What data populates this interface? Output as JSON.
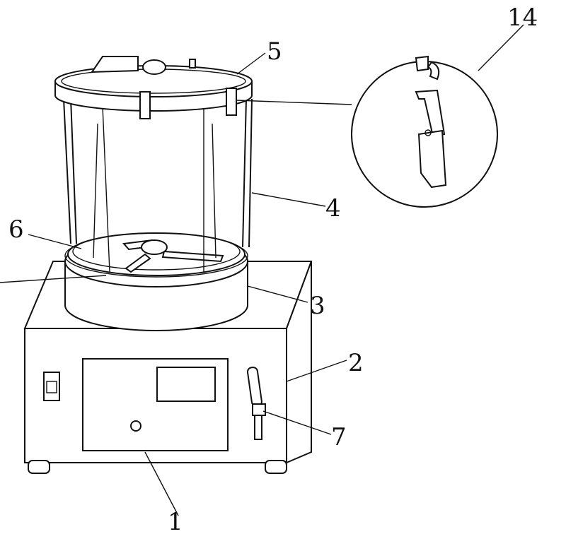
{
  "figure": {
    "labels": [
      {
        "id": "base",
        "text": "1"
      },
      {
        "id": "housing",
        "text": "2"
      },
      {
        "id": "turntable-ring",
        "text": "3"
      },
      {
        "id": "transparent-cover",
        "text": "4"
      },
      {
        "id": "lid",
        "text": "5"
      },
      {
        "id": "tray",
        "text": "6"
      },
      {
        "id": "handle",
        "text": "7"
      },
      {
        "id": "latch-detail",
        "text": "14"
      }
    ]
  }
}
